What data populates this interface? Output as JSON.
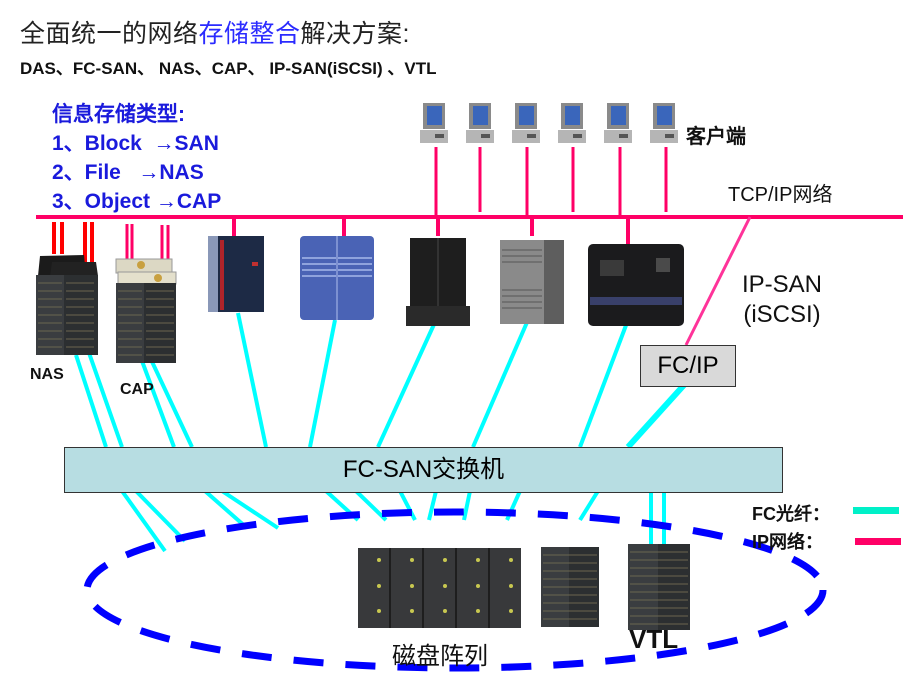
{
  "title": {
    "prefix": "全面统一的网络",
    "highlight": "存储整合",
    "suffix": "解决方案:"
  },
  "subtitle": "DAS、FC-SAN、 NAS、CAP、 IP-SAN(iSCSI) 、VTL",
  "info_types": {
    "heading": "信息存储类型:",
    "items": [
      "1、Block  →SAN",
      "2、File   →NAS",
      "3、Object →CAP"
    ]
  },
  "clients": {
    "label": "客户端",
    "count": 6,
    "icon": "desktop-computer-icon"
  },
  "networks": {
    "tcpip_label": "TCP/IP网络",
    "ipsan_label_line1": "IP-SAN",
    "ipsan_label_line2": "(iSCSI)",
    "fcip_label": "FC/IP",
    "switch_label": "FC-SAN交换机"
  },
  "servers": [
    {
      "name": "nas",
      "label": "NAS"
    },
    {
      "name": "cap",
      "label": "CAP"
    },
    {
      "name": "mainframe",
      "label": ""
    },
    {
      "name": "blue-server",
      "label": ""
    },
    {
      "name": "dark-tower",
      "label": ""
    },
    {
      "name": "gray-tower",
      "label": ""
    },
    {
      "name": "black-server",
      "label": ""
    }
  ],
  "storage": {
    "disk_array_label": "磁盘阵列",
    "vtl_label": "VTL"
  },
  "legend": {
    "fc_label": "FC光纤：",
    "ip_label": "IP网络："
  },
  "colors": {
    "title_highlight": "#2b2bff",
    "info_text": "#1a1adc",
    "ip_line": "#ff0066",
    "nas_ip_line": "#ff0000",
    "fc_line": "#00ffff",
    "fc_legend": "#00f0c8",
    "ellipse_dash": "#0000ff",
    "switch_fill": "#b7dde2",
    "fcip_fill": "#d9d9d9"
  }
}
